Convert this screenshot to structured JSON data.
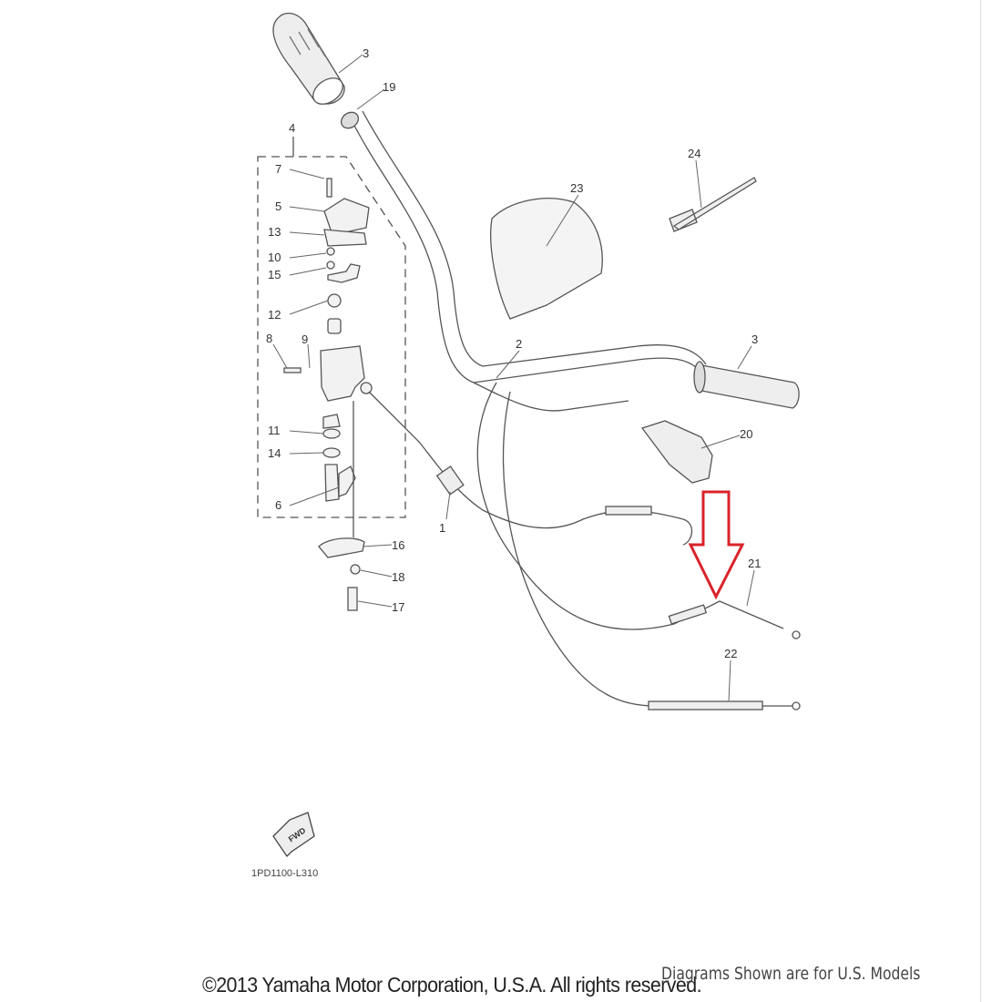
{
  "diagram": {
    "part_labels": {
      "grip_left": "3",
      "grip_end": "19",
      "throttle_assy": "4",
      "screw_7": "7",
      "cover": "5",
      "gasket": "13",
      "nut": "10",
      "washer_15": "15",
      "spring": "12",
      "bolt_8": "8",
      "washer_9": "9",
      "seal": "11",
      "washer_14": "14",
      "lever": "6",
      "holder": "16",
      "washer_18": "18",
      "bolt_17": "17",
      "throttle_cable": "1",
      "handlebar": "2",
      "pad": "23",
      "band": "24",
      "grip_right": "3",
      "cover_20": "20",
      "cable_21": "21",
      "cable_22": "22"
    },
    "fwd_badge": "FWD",
    "diagram_code": "1PD1100-L310",
    "highlight_color": "#d9232a"
  },
  "footer": {
    "copyright": "©2013 Yamaha Motor Corporation, U.S.A. All rights reserved.",
    "disclaimer": "Diagrams Shown are for U.S. Models"
  }
}
